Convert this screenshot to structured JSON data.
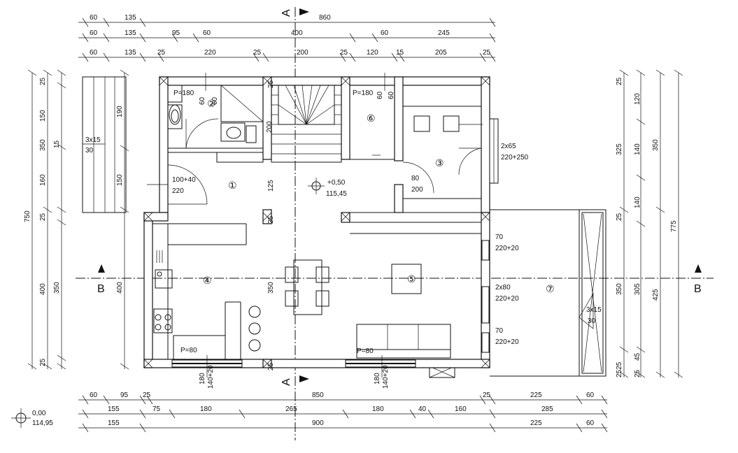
{
  "dims": {
    "top_row1": [
      "60",
      "135",
      "860"
    ],
    "top_row2": [
      "60",
      "135",
      "95",
      "60",
      "400",
      "60",
      "245"
    ],
    "top_row3": [
      "60",
      "135",
      "25",
      "220",
      "25",
      "200",
      "25",
      "120",
      "15",
      "205",
      "25"
    ],
    "bottom_row1": [
      "60",
      "95",
      "25",
      "850",
      "25",
      "225",
      "60"
    ],
    "bottom_row2": [
      "155",
      "75",
      "180",
      "265",
      "180",
      "40",
      "160",
      "285"
    ],
    "bottom_row3": [
      "155",
      "900",
      "225",
      "60"
    ],
    "left_col1": [
      "750"
    ],
    "left_col2": [
      "25",
      "150",
      "350",
      "160",
      "25",
      "400",
      "25"
    ],
    "left_col3": [
      "15",
      "350"
    ],
    "left_col4": [
      "190",
      "150",
      "400"
    ],
    "right_col1": [
      "25",
      "120",
      "325",
      "140",
      "25",
      "350",
      "305",
      "2525",
      "45",
      "25"
    ],
    "right_col2": [
      "350",
      "140",
      "425"
    ],
    "right_col3": [
      "775"
    ],
    "interior": [
      "60",
      "60",
      "200",
      "125",
      "25",
      "25",
      "350",
      "25",
      "60",
      "60"
    ]
  },
  "rooms": [
    "①",
    "②",
    "③",
    "④",
    "⑤",
    "⑥",
    "⑦"
  ],
  "openings": {
    "entrance_door": [
      "100+40",
      "220"
    ],
    "door_3": [
      "80",
      "200"
    ],
    "window_3": [
      "2x65",
      "220+250"
    ],
    "window_east_1": [
      "70",
      "220+20"
    ],
    "window_east_2": [
      "2x80",
      "220+20"
    ],
    "window_east_3": [
      "70",
      "220+20"
    ],
    "window_south_left": [
      "180",
      "140+20"
    ],
    "window_south_right": [
      "180",
      "140+20"
    ]
  },
  "parapets": [
    "P=180",
    "P=180",
    "P=80",
    "P=80"
  ],
  "stairs": [
    "3x15",
    "30",
    "3x15",
    "30"
  ],
  "level_main": [
    "+0,50",
    "115,45"
  ],
  "level_ref": [
    "0,00",
    "114,95"
  ],
  "sections": {
    "a": "A",
    "b": "B"
  }
}
